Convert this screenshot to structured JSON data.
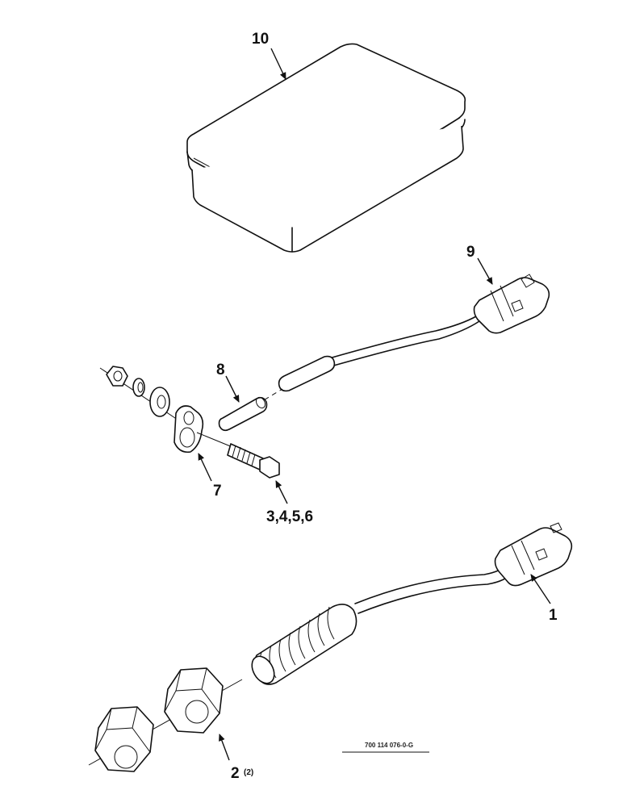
{
  "callouts": {
    "c10": "10",
    "c9": "9",
    "c8": "8",
    "c7": "7",
    "c3456": "3,4,5,6",
    "c1": "1",
    "c2": "2",
    "c2qty": "(2)"
  },
  "figure_ref": "700 114 076-0-G"
}
